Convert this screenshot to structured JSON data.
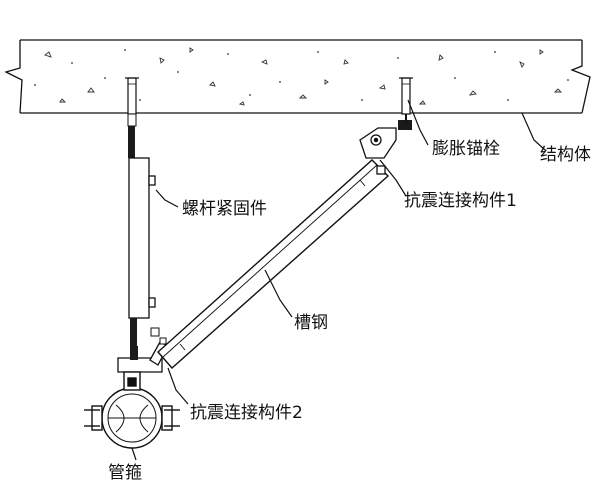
{
  "labels": {
    "expansion_anchor": "膨胀锚栓",
    "structure": "结构体",
    "screw_rod_fastener": "螺杆紧固件",
    "connector_1": "抗震连接构件1",
    "channel_steel": "槽钢",
    "connector_2": "抗震连接构件2",
    "pipe_clamp": "管箍"
  },
  "colors": {
    "line": "#111111",
    "concrete_fill": "#ffffff",
    "rod_dark": "#1a1a1a"
  }
}
